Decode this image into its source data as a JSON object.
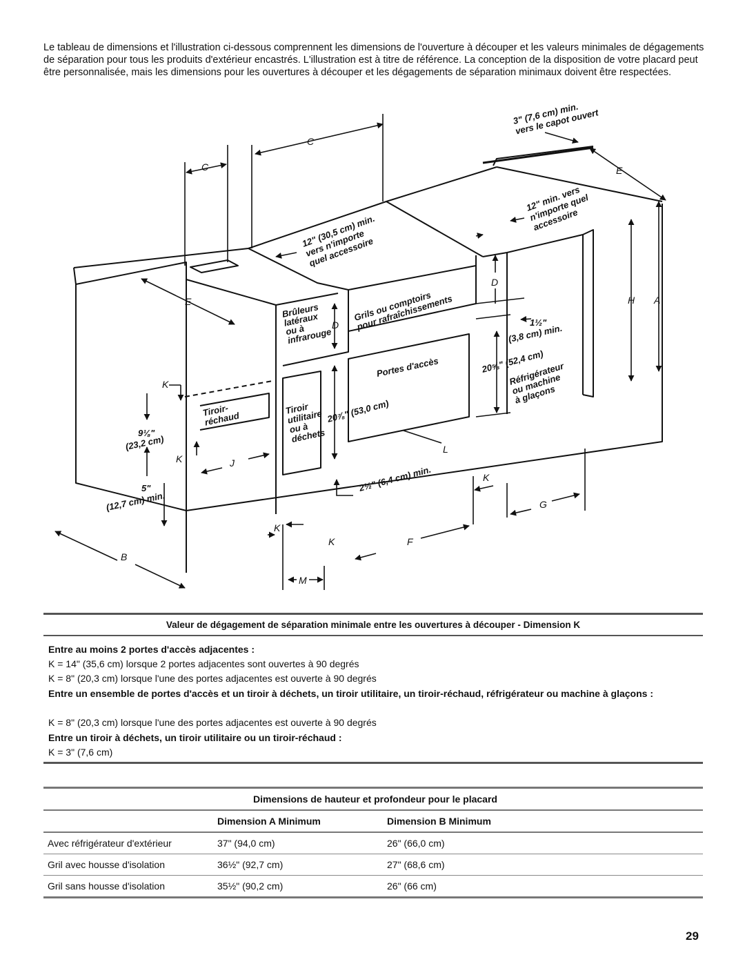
{
  "intro": "Le tableau de dimensions et l'illustration ci-dessous comprennent les dimensions de l'ouverture à découper et les valeurs minimales de dégagements de séparation pour tous les produits d'extérieur encastrés. L'illustration est à titre de référence. La conception de la disposition de votre placard peut être personnalisée, mais les dimensions pour les ouvertures à découper et les dégagements de séparation minimaux doivent être respectées.",
  "diagram": {
    "letters": {
      "a": "A",
      "b": "B",
      "c1": "C",
      "c2": "C",
      "d1": "D",
      "d2": "D",
      "e1": "E",
      "e2": "E",
      "f": "F",
      "g": "G",
      "h": "H",
      "j": "J",
      "k1": "K",
      "k2": "K",
      "k3": "K",
      "k4": "K",
      "k5": "K",
      "l": "L",
      "m": "M"
    },
    "hood": {
      "l1": "3\" (7,6 cm) min.",
      "l2": "vers le capot ouvert"
    },
    "accessory_right": {
      "l1": "12\" min. vers",
      "l2": "n'importe quel",
      "l3": "accessoire"
    },
    "accessory_center": {
      "l1": "12\" (30,5 cm) min.",
      "l2": "vers n'importe",
      "l3": "quel accessoire"
    },
    "burners": {
      "l1": "Brûleurs",
      "l2": "latéraux",
      "l3": "ou à",
      "l4": "infrarouge"
    },
    "grills": {
      "l1": "Grils ou comptoirs",
      "l2": "pour rafraîchissements"
    },
    "access_doors": "Portes d'accès",
    "fridge": {
      "l1": "Réfrigérateur",
      "l2": "ou machine",
      "l3": "à glaçons"
    },
    "warming_drawer": {
      "l1": "Tiroir-",
      "l2": "réchaud"
    },
    "utility_drawer": {
      "l1": "Tiroir",
      "l2": "utilitaire",
      "l3": "ou à",
      "l4": "déchets"
    },
    "dim_one_half": "1½\"",
    "dim_one_half_cm": "(3,8 cm) min.",
    "dim_20_5_8": "20⅝\" (52,4 cm)",
    "dim_20_7_8": "20⅞\" (53,0 cm)",
    "dim_2_1_2": "2½\" (6,4 cm) min.",
    "dim_9_1_8": "9⅛\"",
    "dim_9_1_8_cm": "(23,2 cm)",
    "dim_5": "5\"",
    "dim_5_cm": "(12,7 cm) min."
  },
  "section_k": {
    "title": "Valeur de dégagement de séparation minimale entre les ouvertures à découper - Dimension K",
    "h1": "Entre au moins 2 portes d'accès adjacentes :",
    "l1": "K = 14\" (35,6 cm) lorsque 2 portes adjacentes sont ouvertes à 90 degrés",
    "l2": "K = 8\" (20,3 cm) lorsque l'une des portes adjacentes est ouverte à 90 degrés",
    "h2": "Entre un ensemble de portes d'accès et un tiroir à déchets, un tiroir utilitaire, un tiroir-réchaud, réfrigérateur ou machine à glaçons :",
    "l3": "K = 8\" (20,3 cm) lorsque l'une des portes adjacentes est ouverte à 90 degrés",
    "h3": "Entre un tiroir à déchets, un tiroir utilitaire ou un tiroir-réchaud :",
    "l4": "K = 3\" (7,6 cm)"
  },
  "table": {
    "title": "Dimensions de hauteur et profondeur pour le placard",
    "col_a": "Dimension A Minimum",
    "col_b": "Dimension B Minimum",
    "rows": [
      {
        "label": "Avec réfrigérateur d'extérieur",
        "a": "37\" (94,0 cm)",
        "b": "26\" (66,0 cm)"
      },
      {
        "label": "Gril avec housse d'isolation",
        "a": "36½\" (92,7 cm)",
        "b": "27\" (68,6 cm)"
      },
      {
        "label": "Gril sans housse d'isolation",
        "a": "35½\" (90,2 cm)",
        "b": "26\" (66 cm)"
      }
    ]
  },
  "page_number": "29"
}
